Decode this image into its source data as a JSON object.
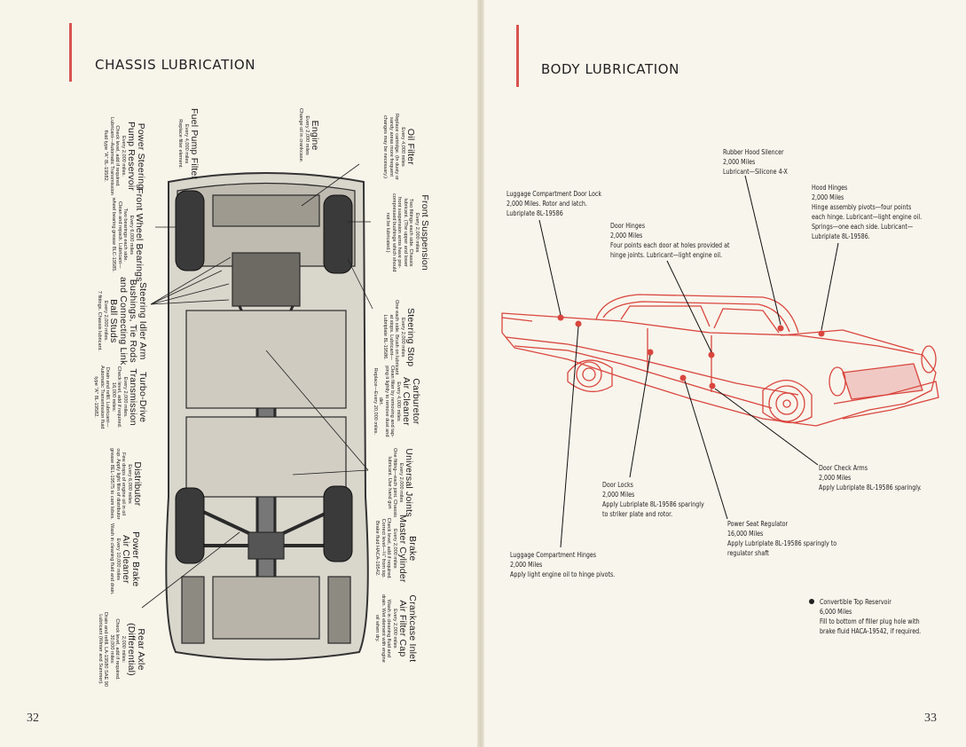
{
  "left_page": {
    "heading": "CHASSIS LUBRICATION",
    "page_number": "32",
    "accent_color": "#d9534f",
    "labels": [
      {
        "title": [
          "Power Steering",
          "Pump Reservoir"
        ],
        "body": [
          "Every 2,000 miles.",
          "Check level, add if required.",
          "Lubricant—Automatic Transmission",
          "fluid type \"A\" 8L-19582."
        ]
      },
      {
        "title": [
          "Fuel Pump Filter"
        ],
        "body": [
          "Every 4,000 miles",
          "Replace filter element."
        ]
      },
      {
        "title": [
          "Front Wheel Bearings"
        ],
        "body": [
          "Every 6,000 miles",
          "Two bearings each side.",
          "Clean and repack. Lubricant—",
          "wheel bearing grease 8LC-19585."
        ]
      },
      {
        "title": [
          "Steering Idler Arm",
          "Bushings, Tie Rods",
          "and Connecting Link",
          "Ball Studs"
        ],
        "body": [
          "Every 2,000 miles.",
          "7 fittings. Chassis lubricant."
        ]
      },
      {
        "title": [
          "Turbo-Drive",
          "Transmission"
        ],
        "body": [
          "Every 2,000 miles.",
          "Check level, add if required.",
          "16,000 miles:",
          "Drain and refill. Lubricant—",
          "Automatic Transmission fluid",
          "type \"A\" 8L-19582."
        ]
      },
      {
        "title": [
          "Distributor"
        ],
        "body": [
          "Every 6,000 miles",
          "Few drops of engine oil in oil",
          "cup. Apply light film of distributor",
          "grease 8EL-19575 to cam lobes."
        ]
      },
      {
        "title": [
          "Power Brake",
          "Air Cleaner"
        ],
        "body": [
          "Every 10,000 miles",
          "Wash in cleaning fluid and drain."
        ]
      },
      {
        "title": [
          "Rear Axle",
          "(Differential)"
        ],
        "body": [
          "2,000 miles:",
          "Check level, add if required.",
          "30,000 miles:",
          "Drain and refill. LA-19580 SAE 90",
          "Lubricant (Winter and Summer)."
        ]
      },
      {
        "title": [
          "Engine"
        ],
        "body": [
          "Every 2,000 miles",
          "Change oil in crankcase."
        ]
      },
      {
        "title": [
          "Oil Filter"
        ],
        "body": [
          "Every 4,000 miles",
          "Replace cartridge. (In dusty or",
          "sandy areas more frequent",
          "changes may be necessary.)"
        ]
      },
      {
        "title": [
          "Front Suspension"
        ],
        "body": [
          "Every 2,000 miles",
          "Two fittings each side. Chassis",
          "lubricant. (The upper and lower",
          "front suspension arms have pre-",
          "compressed bushings which should",
          "not be lubricated.)"
        ]
      },
      {
        "title": [
          "Steering Stop"
        ],
        "body": [
          "Every 2,000 miles",
          "One each side. Brush on lubricant",
          "at stops. Lubricant—",
          "Lubriplate 8L-19586."
        ]
      },
      {
        "title": [
          "Carburetor",
          "Air Cleaner"
        ],
        "body": [
          "Every 4,000 miles",
          "Clean filter by removing and tap-",
          "ping it lightly to remove dust and",
          "dirt.",
          "Replace—Every 20,000 miles."
        ]
      },
      {
        "title": [
          "Universal Joints"
        ],
        "body": [
          "Every 2,000 miles",
          "One fitting—each joint. Chassis",
          "lubricant. Use hand gun"
        ]
      },
      {
        "title": [
          "Brake",
          "Master Cylinder"
        ],
        "body": [
          "Every 2,000 miles",
          "Check level, add if required.",
          "Correct level—¼\" from top.",
          "Brake fluid HACA-19542."
        ]
      },
      {
        "title": [
          "Crankcase Inlet",
          "Air Filter Cap"
        ],
        "body": [
          "Every 2,000 miles",
          "Wash in cleaning fluid and",
          "drain. Wet element with engine",
          "oil when dry."
        ]
      }
    ]
  },
  "right_page": {
    "heading": "BODY LUBRICATION",
    "page_number": "33",
    "accent_color": "#d9534f",
    "illustration_color": "#d9463e",
    "callouts": [
      {
        "lines": [
          "Luggage Compartment Door Lock",
          "2,000 Miles. Rotor and latch.",
          "Lubriplate 8L-19586"
        ]
      },
      {
        "lines": [
          "Door Hinges",
          "2,000 Miles",
          "Four points each door at holes provided at",
          "hinge joints. Lubricant—light engine oil."
        ]
      },
      {
        "lines": [
          "Rubber Hood Silencer",
          "2,000 Miles",
          "Lubricant—Silicone 4-X"
        ]
      },
      {
        "lines": [
          "Hood Hinges",
          "2,000 Miles",
          "Hinge assembly pivots—four points",
          "each hinge. Lubricant—light engine oil.",
          "Springs—one each side. Lubricant—",
          "Lubriplate 8L-19586."
        ]
      },
      {
        "lines": [
          "Door Check Arms",
          "2,000 Miles",
          "Apply Lubriplate 8L-19586 sparingly."
        ]
      },
      {
        "lines": [
          "Door Locks",
          "2,000 Miles",
          "Apply Lubriplate 8L-19586 sparingly",
          "to striker plate and rotor."
        ]
      },
      {
        "lines": [
          "Power Seat Regulator",
          "16,000 Miles",
          "Apply Lubriplate 8L-19586 sparingly to",
          "regulator shaft"
        ]
      },
      {
        "lines": [
          "Luggage Compartment Hinges",
          "2,000 Miles",
          "Apply light engine oil to hinge pivots."
        ]
      },
      {
        "lines": [
          "Convertible Top Reservoir",
          "6,000 Miles",
          "Fill to bottom of filler plug hole with",
          "brake fluid HACA-19542, if required."
        ]
      }
    ]
  }
}
